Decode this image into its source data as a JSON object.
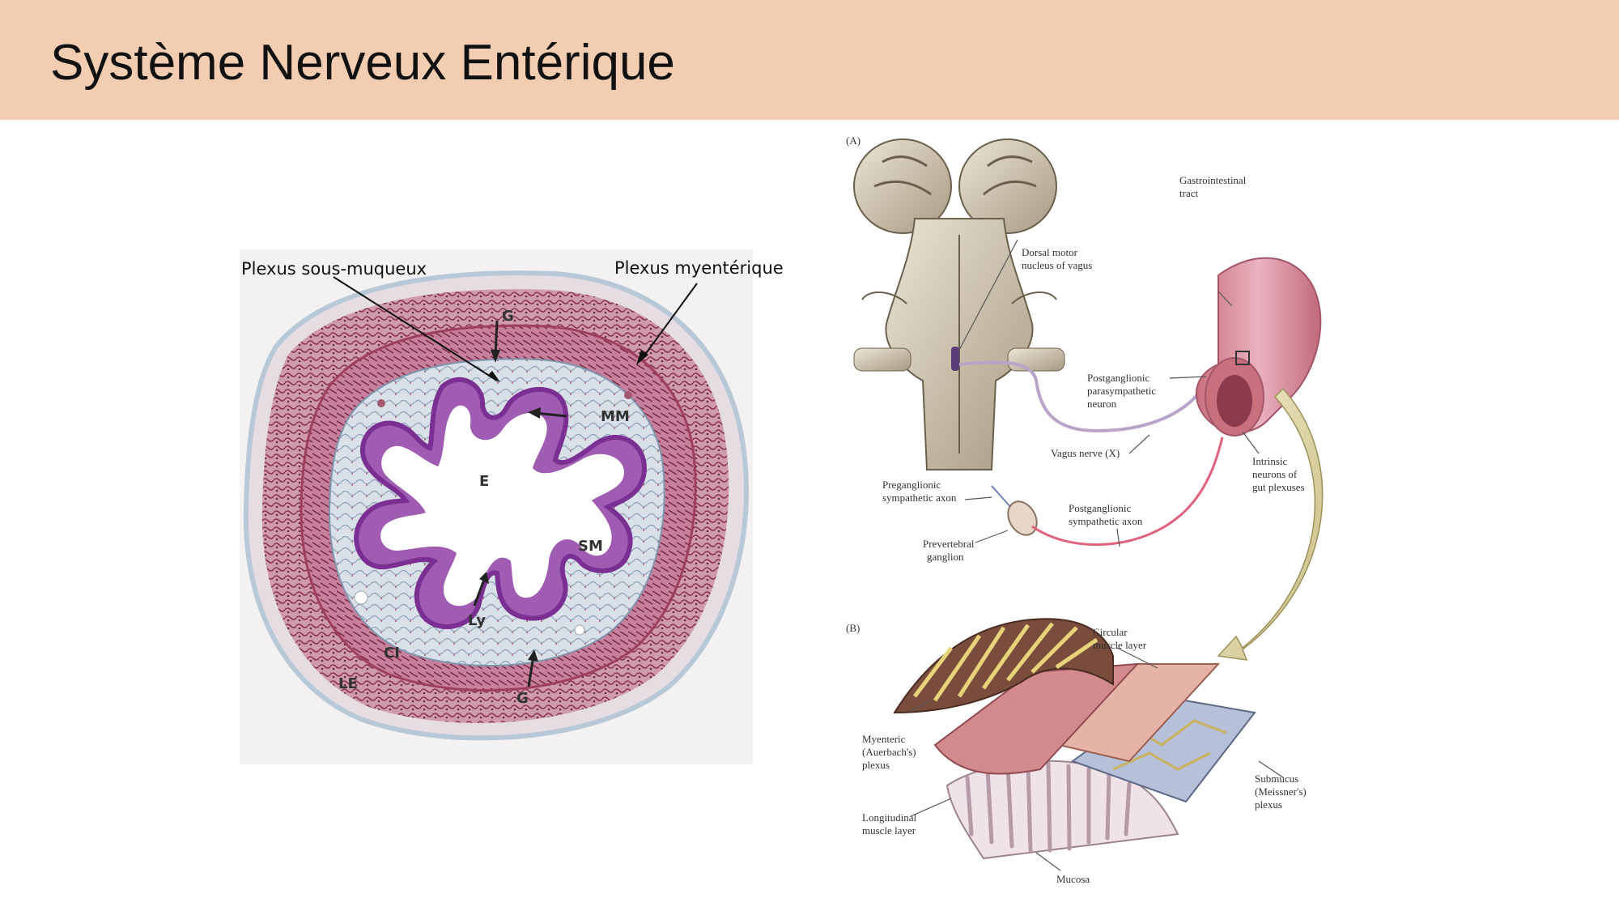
{
  "slide": {
    "title": "Système Nerveux Entérique"
  },
  "histology": {
    "callouts": {
      "submucosal": "Plexus sous-muqueux",
      "myenteric": "Plexus myentérique"
    },
    "labels": {
      "g_top": "G",
      "mm": "MM",
      "e": "E",
      "sm": "SM",
      "ly": "Ly",
      "ci": "CI",
      "le": "LE",
      "g_bottom": "G"
    }
  },
  "diagram": {
    "panel_a": "(A)",
    "panel_b": "(B)",
    "labels": {
      "dorsal_motor": [
        "Dorsal motor",
        "nucleus of vagus"
      ],
      "gi_tract": [
        "Gastrointestinal",
        "tract"
      ],
      "postganglionic_para": [
        "Postganglionic",
        "parasympathetic",
        "neuron"
      ],
      "vagus": [
        "Vagus nerve (X)"
      ],
      "intrinsic": [
        "Intrinsic",
        "neurons of",
        "gut plexuses"
      ],
      "preganglionic": [
        "Preganglionic",
        "sympathetic axon"
      ],
      "postganglionic_symp": [
        "Postganglionic",
        "sympathetic axon"
      ],
      "prevertebral": [
        "Prevertebral",
        "ganglion"
      ],
      "circular": [
        "Circular",
        "muscle layer"
      ],
      "myenteric": [
        "Myenteric",
        "(Auerbach's)",
        "plexus"
      ],
      "submucus": [
        "Submucus",
        "(Meissner's)",
        "plexus"
      ],
      "longitudinal": [
        "Longitudinal",
        "muscle layer"
      ],
      "mucosa": [
        "Mucosa"
      ]
    }
  }
}
